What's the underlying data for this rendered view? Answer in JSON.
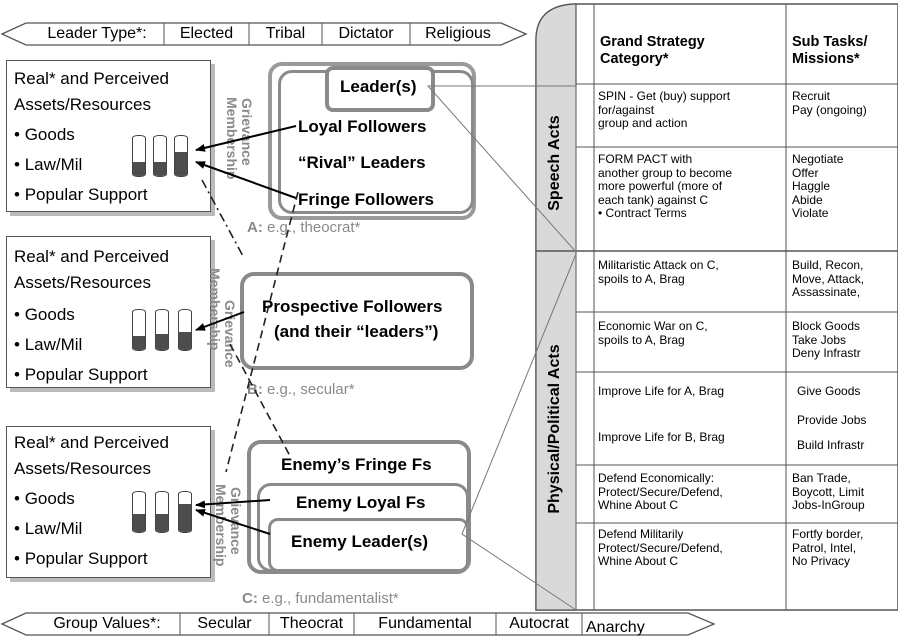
{
  "leader_type_scale": {
    "heading": "Leader Type*:",
    "values": [
      "Elected",
      "Tribal",
      "Dictator",
      "Religious"
    ]
  },
  "group_values_scale": {
    "heading": "Group Values*:",
    "values": [
      "Secular",
      "Theocrat",
      "Fundamental",
      "Autocrat",
      "Anarchy"
    ]
  },
  "asset_panels": [
    {
      "title_line1": "Real* and Perceived",
      "title_line2": "Assets/Resources",
      "bullets": [
        "Goods",
        "Law/Mil",
        "Popular Support"
      ],
      "tank_fill_levels": [
        0.35,
        0.35,
        0.6
      ]
    },
    {
      "title_line1": "Real* and Perceived",
      "title_line2": "Assets/Resources",
      "bullets": [
        "Goods",
        "Law/Mil",
        "Popular Support"
      ],
      "tank_fill_levels": [
        0.35,
        0.4,
        0.45
      ]
    },
    {
      "title_line1": "Real* and Perceived",
      "title_line2": "Assets/Resources",
      "bullets": [
        "Goods",
        "Law/Mil",
        "Popular Support"
      ],
      "tank_fill_levels": [
        0.45,
        0.45,
        0.7
      ]
    }
  ],
  "grievance_label": {
    "line1": "Grievance",
    "line2": "Membership"
  },
  "group_a": {
    "leader": "Leader(s)",
    "loyal": "Loyal Followers",
    "rival": "“Rival” Leaders",
    "fringe": "Fringe Followers",
    "caption_letter": "A:",
    "caption_text": "e.g., theocrat*"
  },
  "group_b": {
    "line1": "Prospective Followers",
    "line2": "(and their “leaders”)",
    "caption_letter": "B:",
    "caption_text": "e.g., secular*"
  },
  "group_c": {
    "fringe": "Enemy’s Fringe Fs",
    "loyal": "Enemy Loyal Fs",
    "leader": "Enemy Leader(s)",
    "caption_letter": "C:",
    "caption_text": "e.g., fundamentalist*"
  },
  "strategy_table": {
    "header_category": "Grand Strategy\nCategory*",
    "header_tasks": "Sub Tasks/\nMissions*",
    "section_speech": "Speech Acts",
    "section_physical": "Physical/Political Acts",
    "rows": [
      {
        "category": "SPIN - Get (buy) support\nfor/against\ngroup and action",
        "tasks": "Recruit\nPay (ongoing)"
      },
      {
        "category": "FORM PACT with\nanother group to become\nmore powerful (more of\neach tank) against C\n•  Contract Terms",
        "tasks": "Negotiate\nOffer\nHaggle\nAbide\nViolate"
      },
      {
        "category": "Militaristic Attack on C,\nspoils to A, Brag",
        "tasks": "Build, Recon,\nMove, Attack,\nAssassinate,"
      },
      {
        "category": "Economic War on C,\nspoils to A, Brag",
        "tasks": "Block Goods\nTake Jobs\nDeny Infrastr"
      },
      {
        "category": "Improve Life for A, Brag",
        "tasks": "Give Goods"
      },
      {
        "category": "",
        "tasks": "Provide Jobs"
      },
      {
        "category": "Improve Life for B, Brag",
        "tasks": "Build Infrastr"
      },
      {
        "category": "Defend Economically:\nProtect/Secure/Defend,\nWhine About C",
        "tasks": "Ban Trade,\nBoycott, Limit\nJobs-InGroup"
      },
      {
        "category": "Defend Militarily\nProtect/Secure/Defend,\nWhine About C",
        "tasks": "Fortfy border,\nPatrol, Intel,\nNo Privacy"
      }
    ]
  },
  "colors": {
    "group_border": "#8a8a8a",
    "tank_fill": "#4d4d4d",
    "grid": "#555555"
  }
}
